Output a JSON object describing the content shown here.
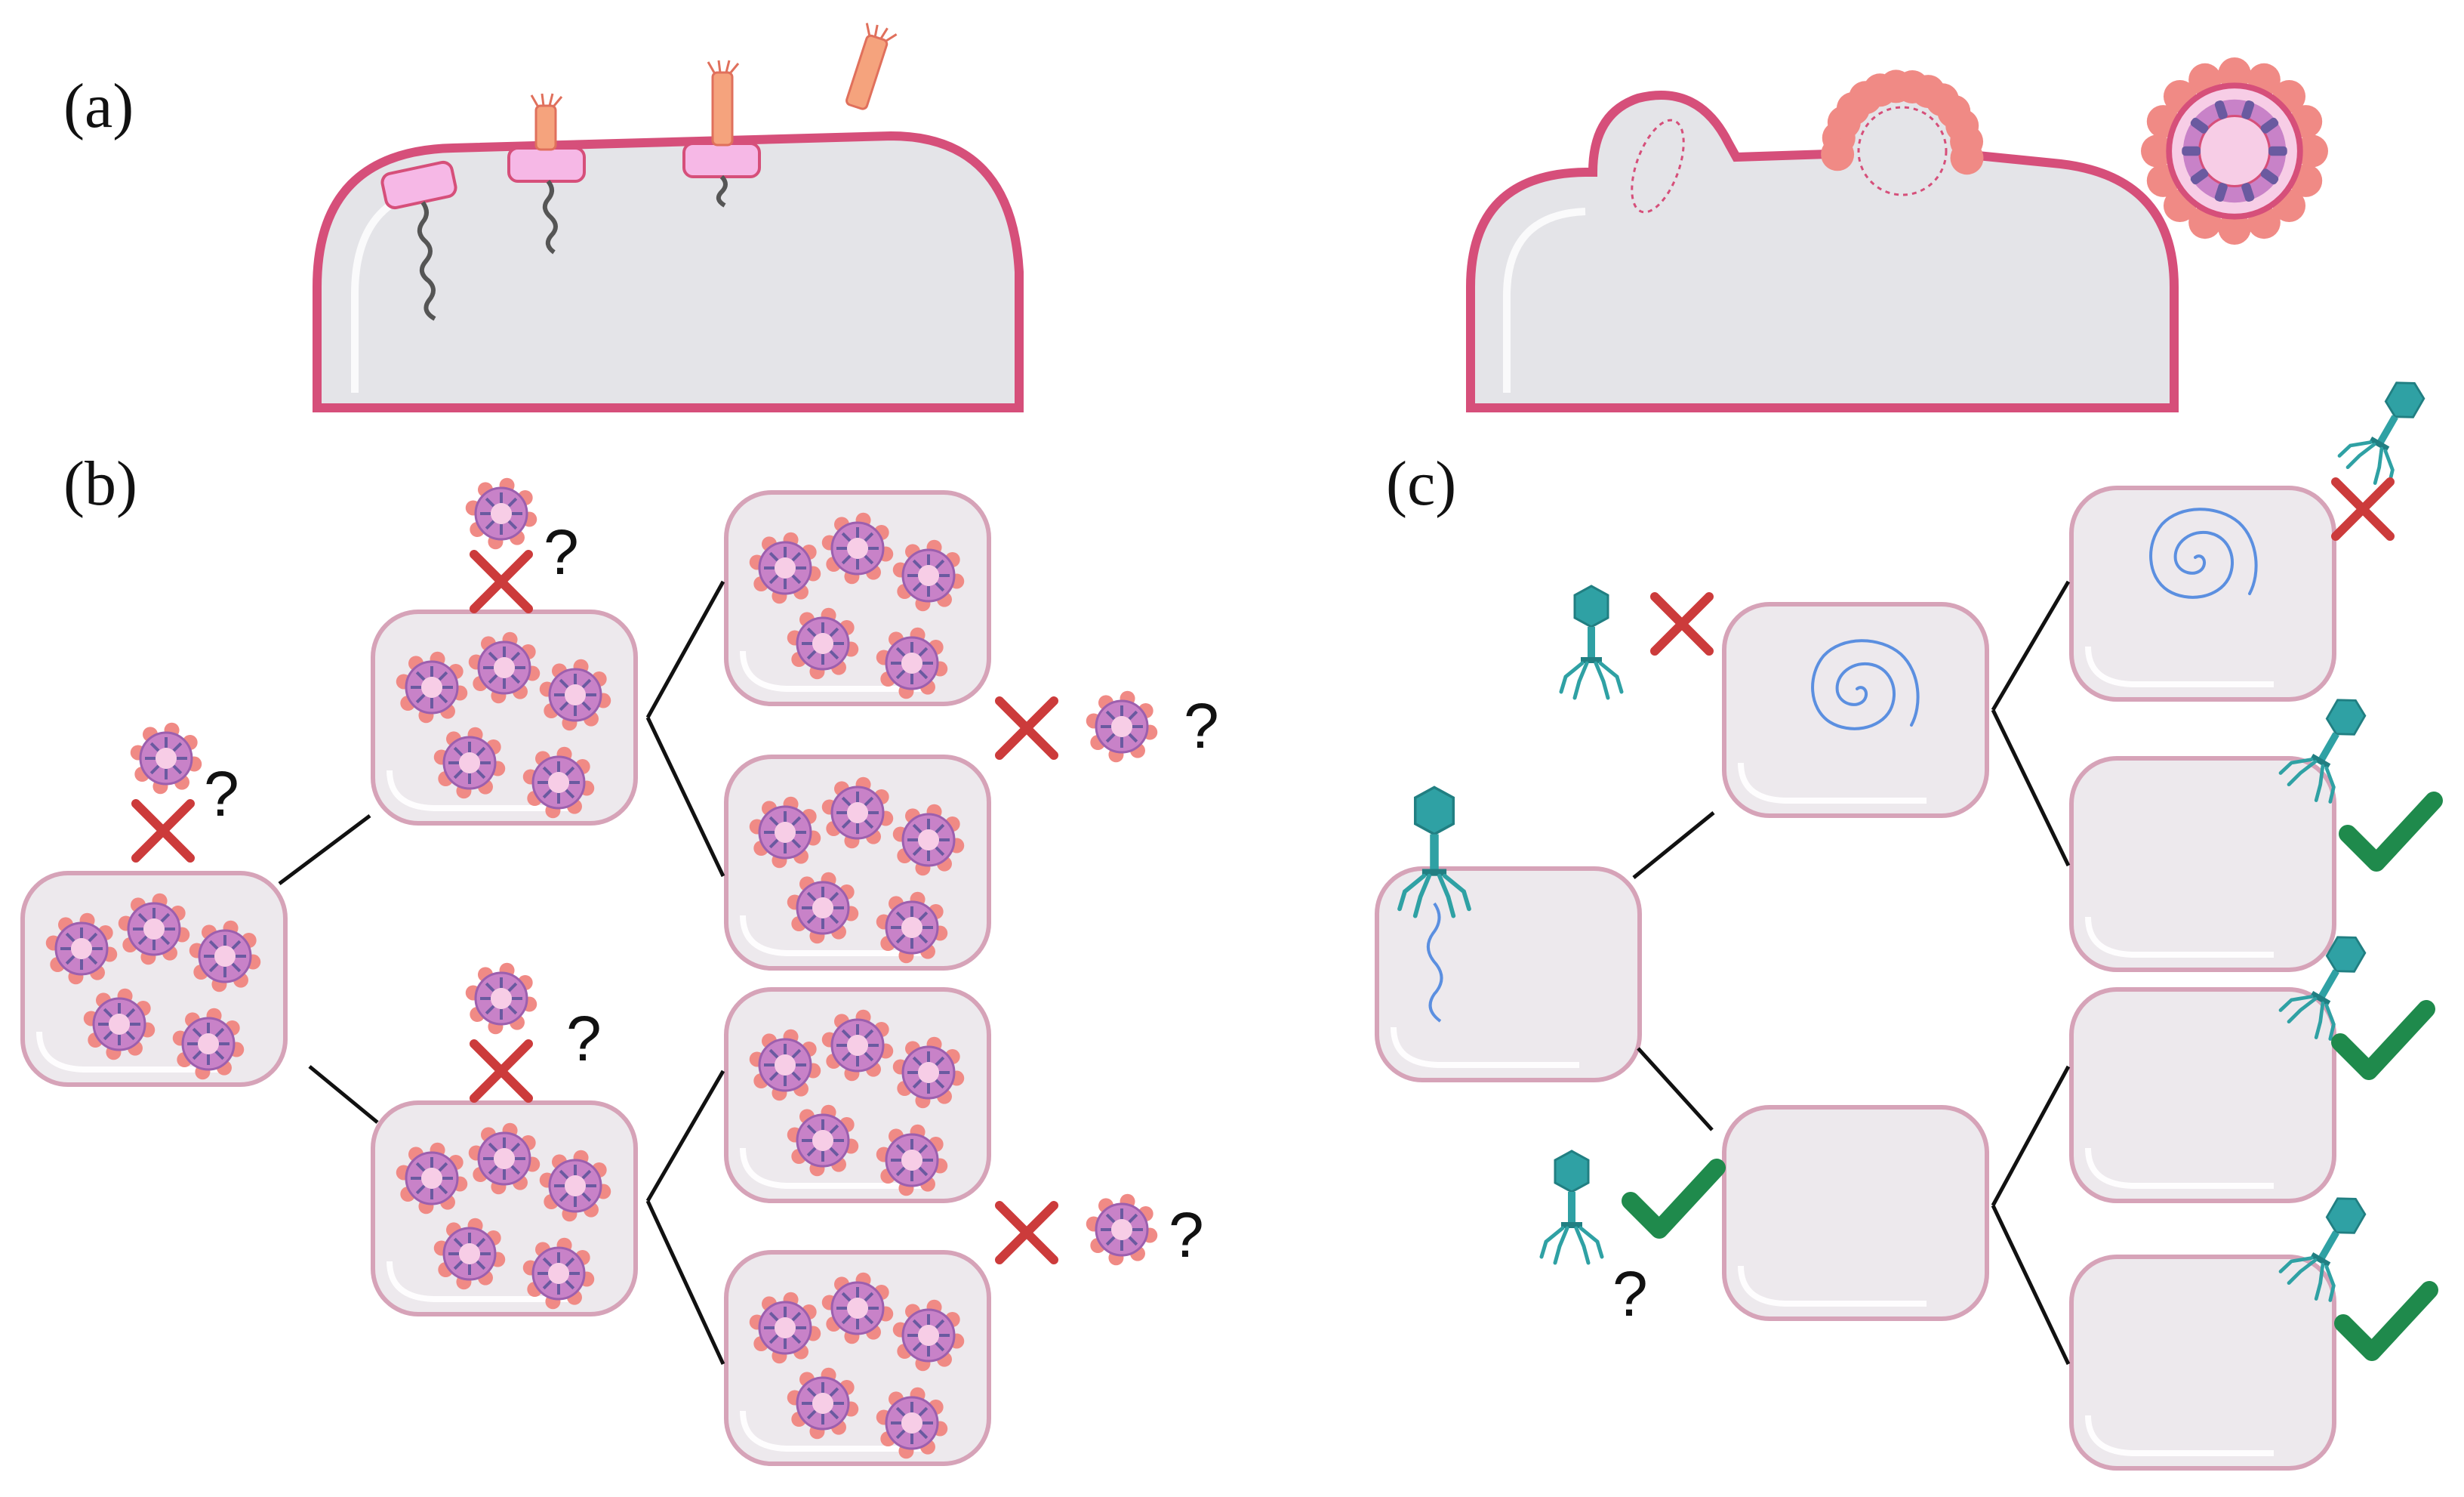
{
  "panels": {
    "a": {
      "label": "(a)"
    },
    "b": {
      "label": "(b)"
    },
    "c": {
      "label": "(c)"
    }
  },
  "marks": {
    "question": "?"
  },
  "colors": {
    "cell_fill": "#e4e4e8",
    "cell_border": "#d98ba7",
    "membrane": "#d64f7a",
    "lineage_cell_fill": "#ede9ed",
    "lineage_cell_border": "#d6a3b8",
    "virion_spike": "#f08a85",
    "virion_body": "#c882c8",
    "virion_core": "#f7cde6",
    "phage": "#2fa1a4",
    "cross": "#cc3b3b",
    "check": "#1f8a4c",
    "spiral": "#5b8fe0",
    "receptor": "#f6b8e6"
  },
  "icons": {
    "cross": "cross-icon",
    "check": "check-icon",
    "phage": "phage-icon",
    "virion": "virion-icon",
    "spiral": "spiral-icon"
  }
}
